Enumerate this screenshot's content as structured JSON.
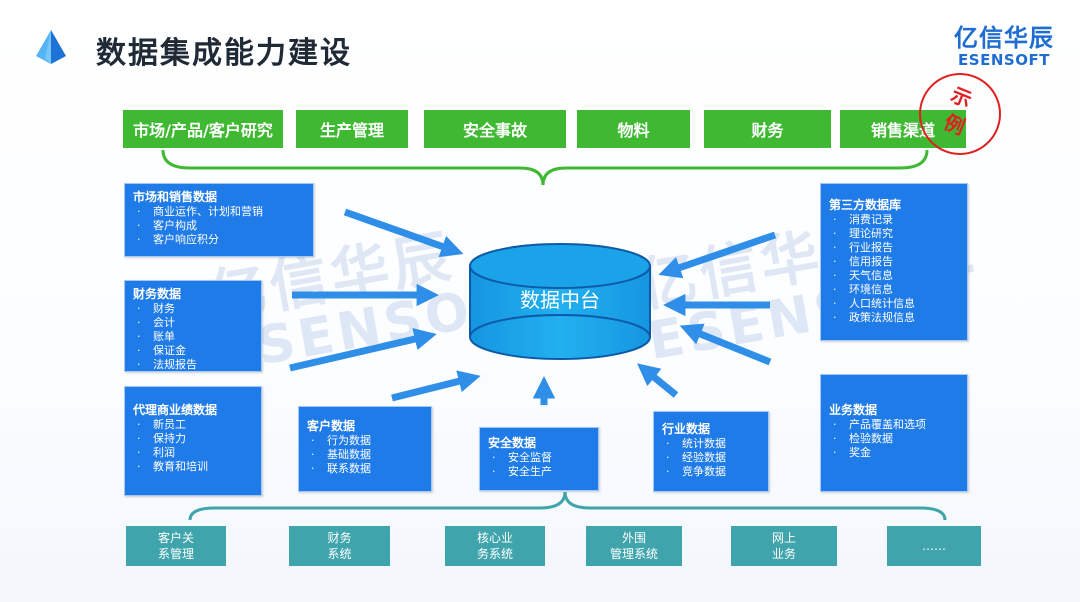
{
  "header": {
    "title": "数据集成能力建设",
    "brand_cn": "亿信华辰",
    "brand_en": "ESENSOFT",
    "stamp_chars": [
      "示",
      "例"
    ]
  },
  "watermark": {
    "cn": "亿信华辰",
    "en": "ESENSOFT"
  },
  "top_categories": [
    "市场/产品/客户研究",
    "生产管理",
    "安全事故",
    "物料",
    "财务",
    "销售渠道"
  ],
  "hub_label": "数据中台",
  "sources": {
    "market": {
      "title": "市场和销售数据",
      "items": [
        "商业运作、计划和营销",
        "客户构成",
        "客户响应积分"
      ]
    },
    "finance": {
      "title": "财务数据",
      "items": [
        "财务",
        "会计",
        "账单",
        "保证金",
        "法规报告"
      ]
    },
    "agency": {
      "title": "代理商业绩数据",
      "items": [
        "新员工",
        "保持力",
        "利润",
        "教育和培训"
      ]
    },
    "customer": {
      "title": "客户数据",
      "items": [
        "行为数据",
        "基础数据",
        "联系数据"
      ]
    },
    "safety": {
      "title": "安全数据",
      "items": [
        "安全监督",
        "安全生产"
      ]
    },
    "industry": {
      "title": "行业数据",
      "items": [
        "统计数据",
        "经验数据",
        "竞争数据"
      ]
    },
    "business": {
      "title": "业务数据",
      "items": [
        "产品覆盖和选项",
        "检验数据",
        "奖金"
      ]
    },
    "thirdparty": {
      "title": "第三方数据库",
      "items": [
        "消费记录",
        "理论研究",
        "行业报告",
        "信用报告",
        "天气信息",
        "环境信息",
        "人口统计信息",
        "政策法规信息"
      ]
    }
  },
  "systems": [
    "客户关\n系管理",
    "财务\n系统",
    "核心业\n务系统",
    "外围\n管理系统",
    "网上\n业务",
    "……"
  ],
  "colors": {
    "green": "#3fb832",
    "blue": "#1f7be8",
    "teal": "#3fa4ac",
    "arrow": "#2e8ee8",
    "cylinder": "#1aa3e8",
    "stamp": "#e02020"
  }
}
